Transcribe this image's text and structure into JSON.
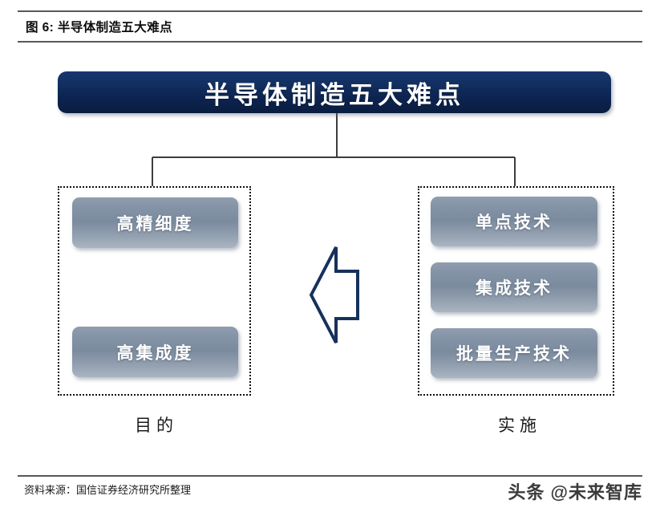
{
  "figure": {
    "header_label": "图 6:",
    "header_title": "半导体制造五大难点",
    "header_full": "图 6:  半导体制造五大难点"
  },
  "banner": {
    "title": "半导体制造五大难点",
    "color": "#0c2450"
  },
  "groups": [
    {
      "id": "purpose",
      "caption": "目的",
      "items": [
        {
          "label": "高精细度"
        },
        {
          "label": "高集成度"
        }
      ]
    },
    {
      "id": "implementation",
      "caption": "实施",
      "items": [
        {
          "label": "单点技术"
        },
        {
          "label": "集成技术"
        },
        {
          "label": "批量生产技术"
        }
      ]
    }
  ],
  "center_arrow": {
    "direction": "left",
    "color": "#16315b"
  },
  "chip_colors": {
    "fill_top": "#8f9daf",
    "fill_bottom": "#aab5c2",
    "text": "#ffffff"
  },
  "footer": {
    "source": "资料来源：国信证券经济研究所整理",
    "watermark": "头条 @未来智库"
  }
}
